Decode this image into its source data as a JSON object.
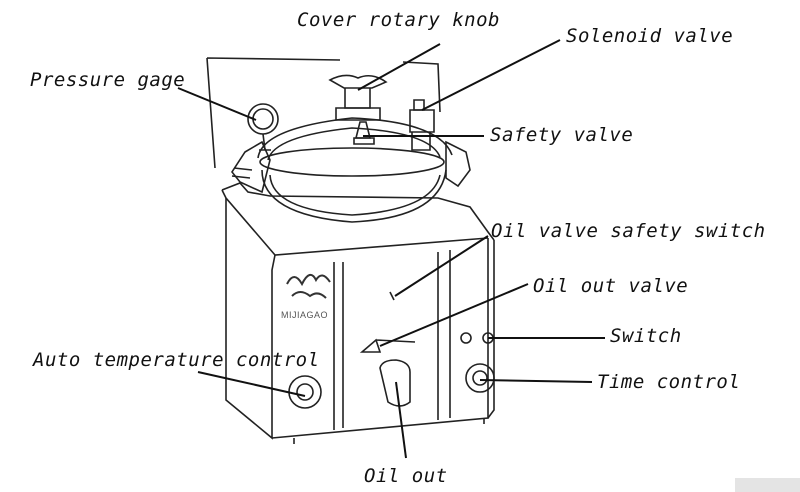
{
  "labels": {
    "cover_knob": "Cover rotary knob",
    "solenoid": "Solenoid valve",
    "pressure_gage": "Pressure gage",
    "safety_valve": "Safety valve",
    "oil_valve_switch": "Oil valve safety switch",
    "oil_out_valve": "Oil out valve",
    "switch": "Switch",
    "auto_temp": "Auto temperature control",
    "time_control": "Time control",
    "oil_out": "Oil out"
  },
  "watermark": {
    "text": "MIJIAGAO"
  },
  "colors": {
    "line": "#222222",
    "text": "#111111",
    "background": "#ffffff"
  }
}
